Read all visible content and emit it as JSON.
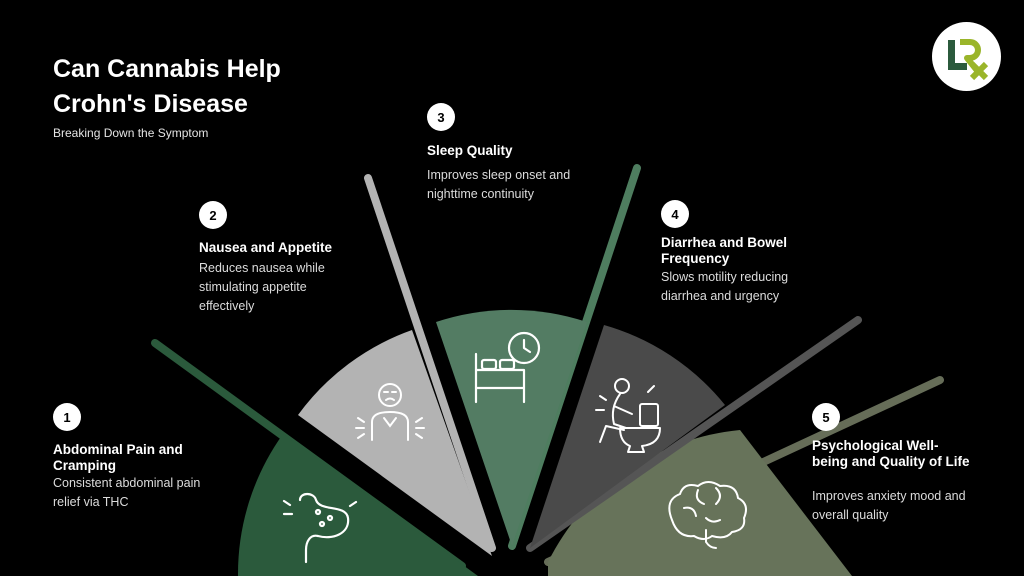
{
  "header": {
    "title_line1": "Can Cannabis Help",
    "title_line2": "Crohn's Disease",
    "subtitle": "Breaking Down the Symptom"
  },
  "logo": {
    "text": "LRx",
    "icon": "lrx-logo"
  },
  "colors": {
    "background": "#000000",
    "segment_1": "#2b5a3c",
    "segment_2": "#b3b3b3",
    "segment_3": "#537c63",
    "segment_4": "#4a4a4a",
    "segment_5": "#67735a"
  },
  "items": [
    {
      "number": "1",
      "title": "Abdominal Pain and Cramping",
      "description": "Consistent abdominal pain relief via THC",
      "icon": "stomach-icon"
    },
    {
      "number": "2",
      "title": "Nausea and Appetite",
      "description": "Reduces nausea while stimulating appetite effectively",
      "icon": "nauseous-person-icon"
    },
    {
      "number": "3",
      "title": "Sleep Quality",
      "description": "Improves sleep onset and nighttime continuity",
      "icon": "bed-clock-icon"
    },
    {
      "number": "4",
      "title": "Diarrhea and Bowel Frequency",
      "description": "Slows motility reducing diarrhea and urgency",
      "icon": "toilet-person-icon"
    },
    {
      "number": "5",
      "title": "Psychological Well-being and Quality of Life",
      "description": "Improves anxiety mood and overall quality",
      "icon": "brain-icon"
    }
  ]
}
